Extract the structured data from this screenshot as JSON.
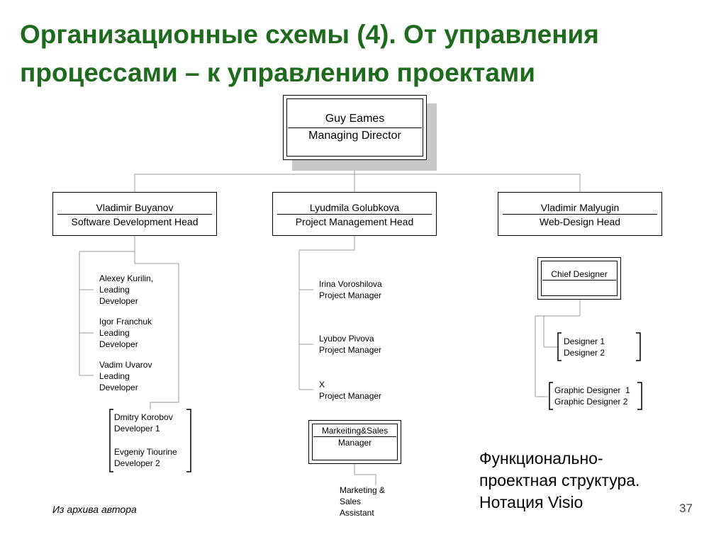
{
  "title": "Организационные схемы (4). От управления процессами – к управлению проектами",
  "director": {
    "name": "Guy Eames",
    "role": "Managing Director"
  },
  "heads": [
    {
      "name": "Vladimir Buyanov",
      "role": "Software Development Head"
    },
    {
      "name": "Lyudmila Golubkova",
      "role": "Project Management Head"
    },
    {
      "name": "Vladimir Malyugin",
      "role": "Web-Design Head"
    }
  ],
  "developers": [
    {
      "name": "Alexey Kurilin,",
      "role1": "Leading",
      "role2": "Developer"
    },
    {
      "name": "Igor Franchuk",
      "role1": "Leading",
      "role2": "Developer"
    },
    {
      "name": "Vadim Uvarov",
      "role1": "Leading",
      "role2": "Developer"
    }
  ],
  "dev_group": [
    "Dmitry Korobov",
    "Developer 1",
    "Evgeniy Tiourine",
    "Developer 2"
  ],
  "project_managers": [
    {
      "name": "Irina Voroshilova",
      "role": "Project Manager"
    },
    {
      "name": "Lyubov Pivova",
      "role": "Project Manager"
    },
    {
      "name": "X",
      "role": "Project Manager"
    }
  ],
  "marketing_manager": {
    "line1": "Markeiting&Sales",
    "line2": "Manager"
  },
  "marketing_assistant": [
    "Marketing &",
    "Sales",
    "Assistant"
  ],
  "chief_designer": "Chief Designer",
  "designers": [
    "Designer 1",
    "Designer 2"
  ],
  "graphic_designers": [
    "Graphic Designer  1",
    "Graphic Designer 2"
  ],
  "note": [
    "Функционально-",
    "проектная структура.",
    "Нотация Visio"
  ],
  "footer": "Из архива автора",
  "page_number": "37"
}
